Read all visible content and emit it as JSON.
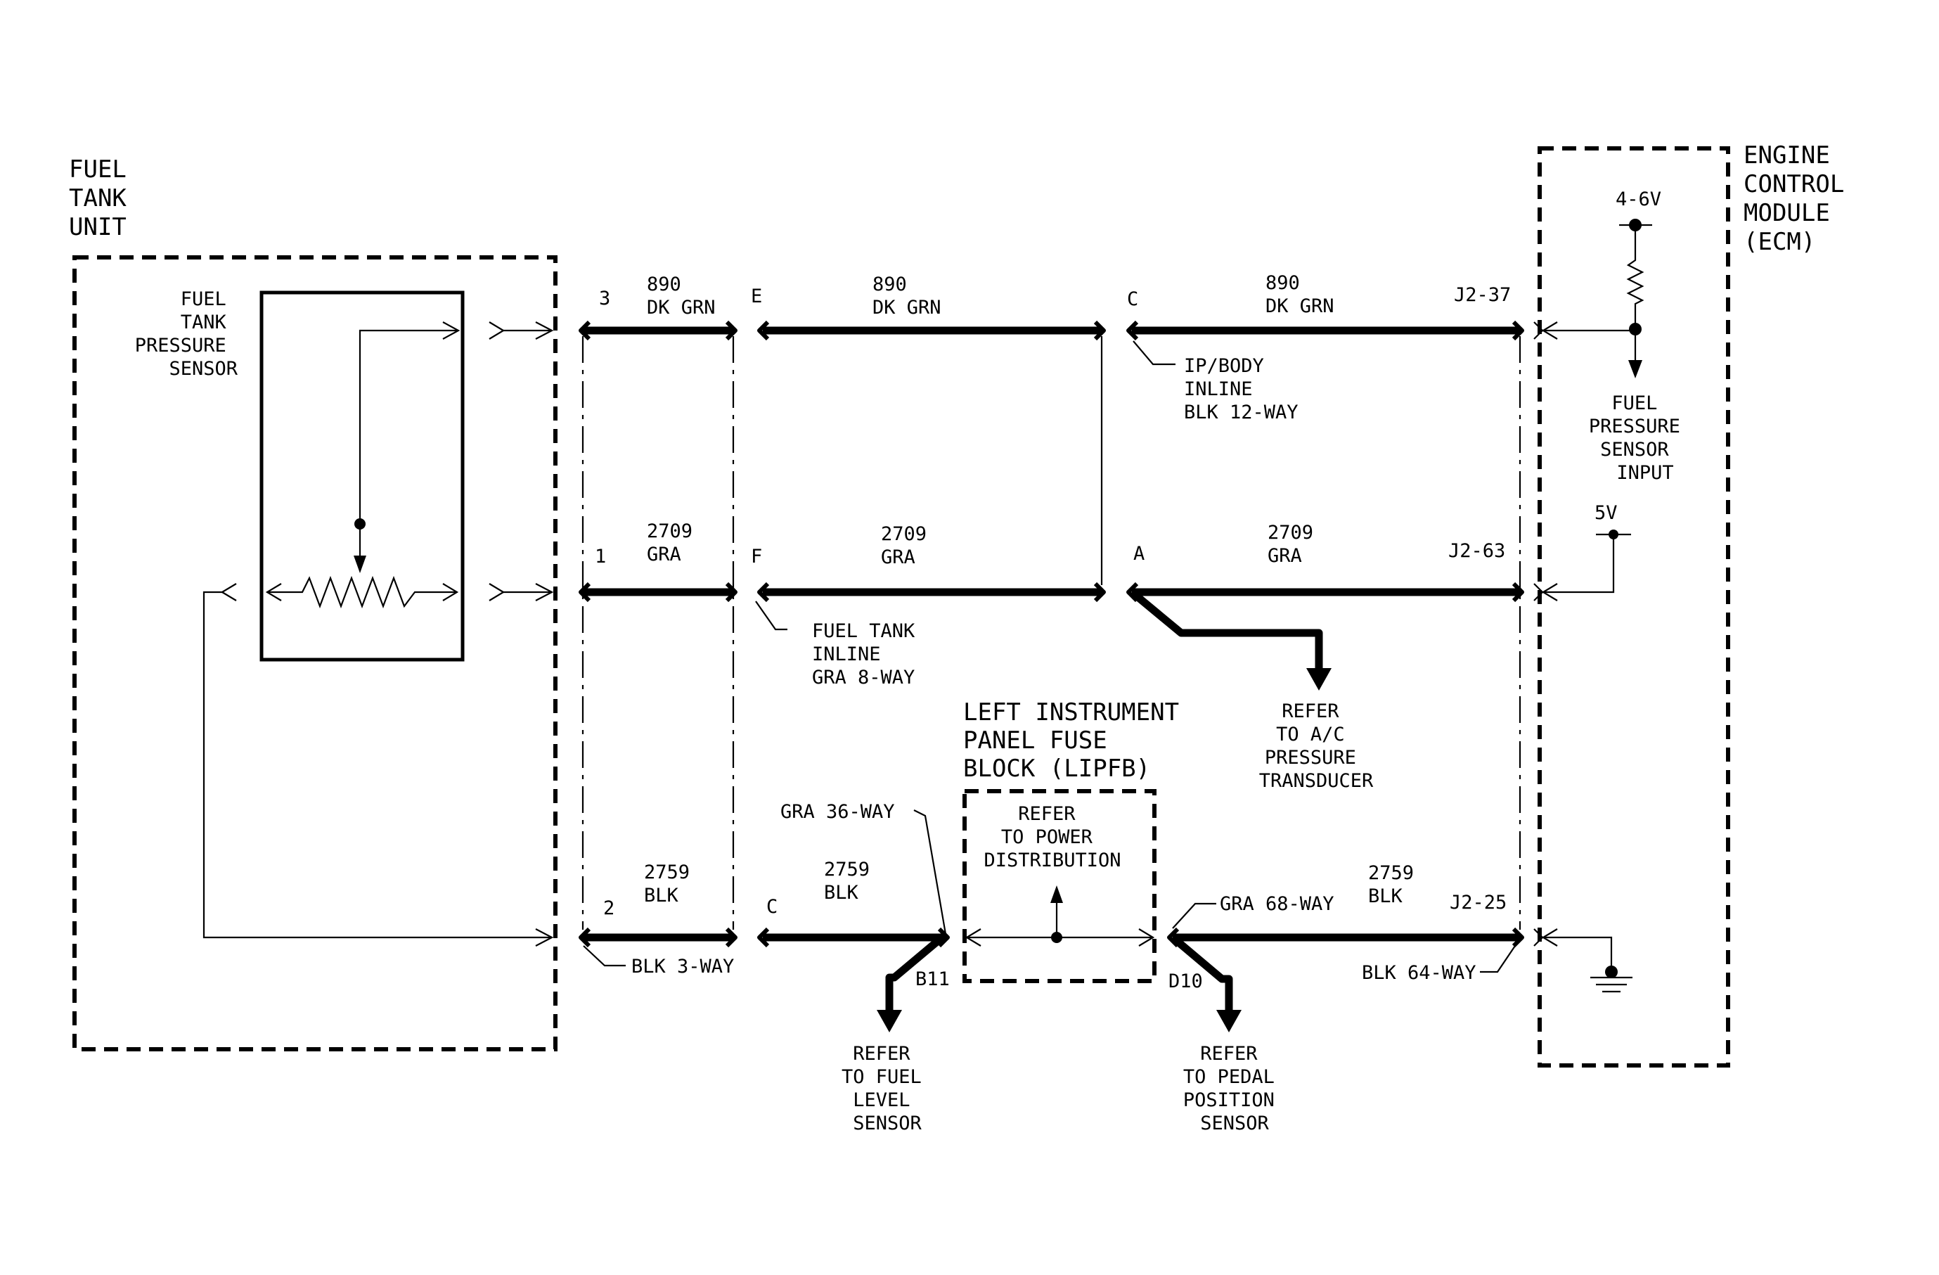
{
  "labels": {
    "fuel_tank_unit": [
      "FUEL",
      "TANK",
      "UNIT"
    ],
    "ecm": [
      "ENGINE",
      "CONTROL",
      "MODULE",
      "(ECM)"
    ],
    "fuel_tank_pressure_sensor": [
      "FUEL",
      "TANK",
      "PRESSURE",
      "SENSOR"
    ],
    "fuel_pressure_sensor_input": [
      "FUEL",
      "PRESSURE",
      "SENSOR",
      "INPUT"
    ],
    "voltage_4_6v": "4-6V",
    "voltage_5v": "5V",
    "lipfb_title": [
      "LEFT INSTRUMENT",
      "PANEL FUSE",
      "BLOCK (LIPFB)"
    ],
    "refer_power_distribution": [
      "REFER",
      "TO POWER",
      "DISTRIBUTION"
    ],
    "refer_ac_pressure": [
      "REFER",
      "TO A/C",
      "PRESSURE",
      "TRANSDUCER"
    ],
    "refer_fuel_level": [
      "REFER",
      "TO FUEL",
      "LEVEL",
      "SENSOR"
    ],
    "refer_pedal_position": [
      "REFER",
      "TO PEDAL",
      "POSITION",
      "SENSOR"
    ]
  },
  "connectors": {
    "ip_body_inline": [
      "IP/BODY",
      "INLINE",
      "BLK 12-WAY"
    ],
    "fuel_tank_inline": [
      "FUEL TANK",
      "INLINE",
      "GRA 8-WAY"
    ],
    "blk_3way": "BLK 3-WAY",
    "gra_36way": "GRA 36-WAY",
    "gra_68way": "GRA 68-WAY",
    "blk_64way": "BLK 64-WAY"
  },
  "pins": {
    "p3": "3",
    "p1": "1",
    "p2": "2",
    "pE": "E",
    "pF": "F",
    "pC_left": "C",
    "pC_right": "C",
    "pA": "A",
    "j2_37": "J2-37",
    "j2_63": "J2-63",
    "j2_25": "J2-25",
    "b11": "B11",
    "d10": "D10"
  },
  "wires": {
    "circuit_890": {
      "number": "890",
      "color": "DK GRN"
    },
    "circuit_2709": {
      "number": "2709",
      "color": "GRA"
    },
    "circuit_2759": {
      "number": "2759",
      "color": "BLK"
    }
  }
}
